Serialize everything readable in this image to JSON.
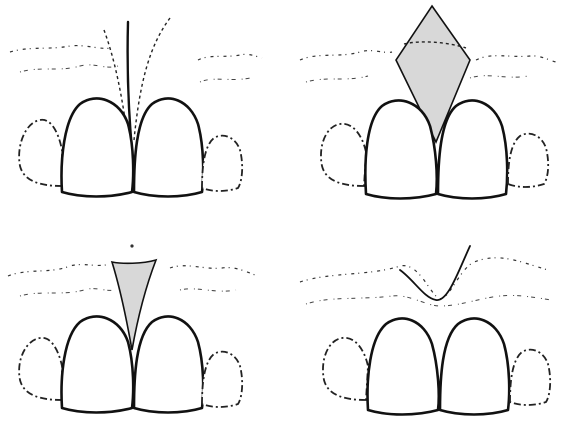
{
  "figure": {
    "panels": [
      {
        "id": "top-left",
        "variant": "incision-lines"
      },
      {
        "id": "top-right",
        "variant": "diamond-excision"
      },
      {
        "id": "bottom-left",
        "variant": "v-wedge-excision"
      },
      {
        "id": "bottom-right",
        "variant": "closed-wavy-gingiva"
      }
    ],
    "colors": {
      "ink": "#111111",
      "wedge_fill": "#d8d8d8",
      "background": "#ffffff"
    }
  }
}
